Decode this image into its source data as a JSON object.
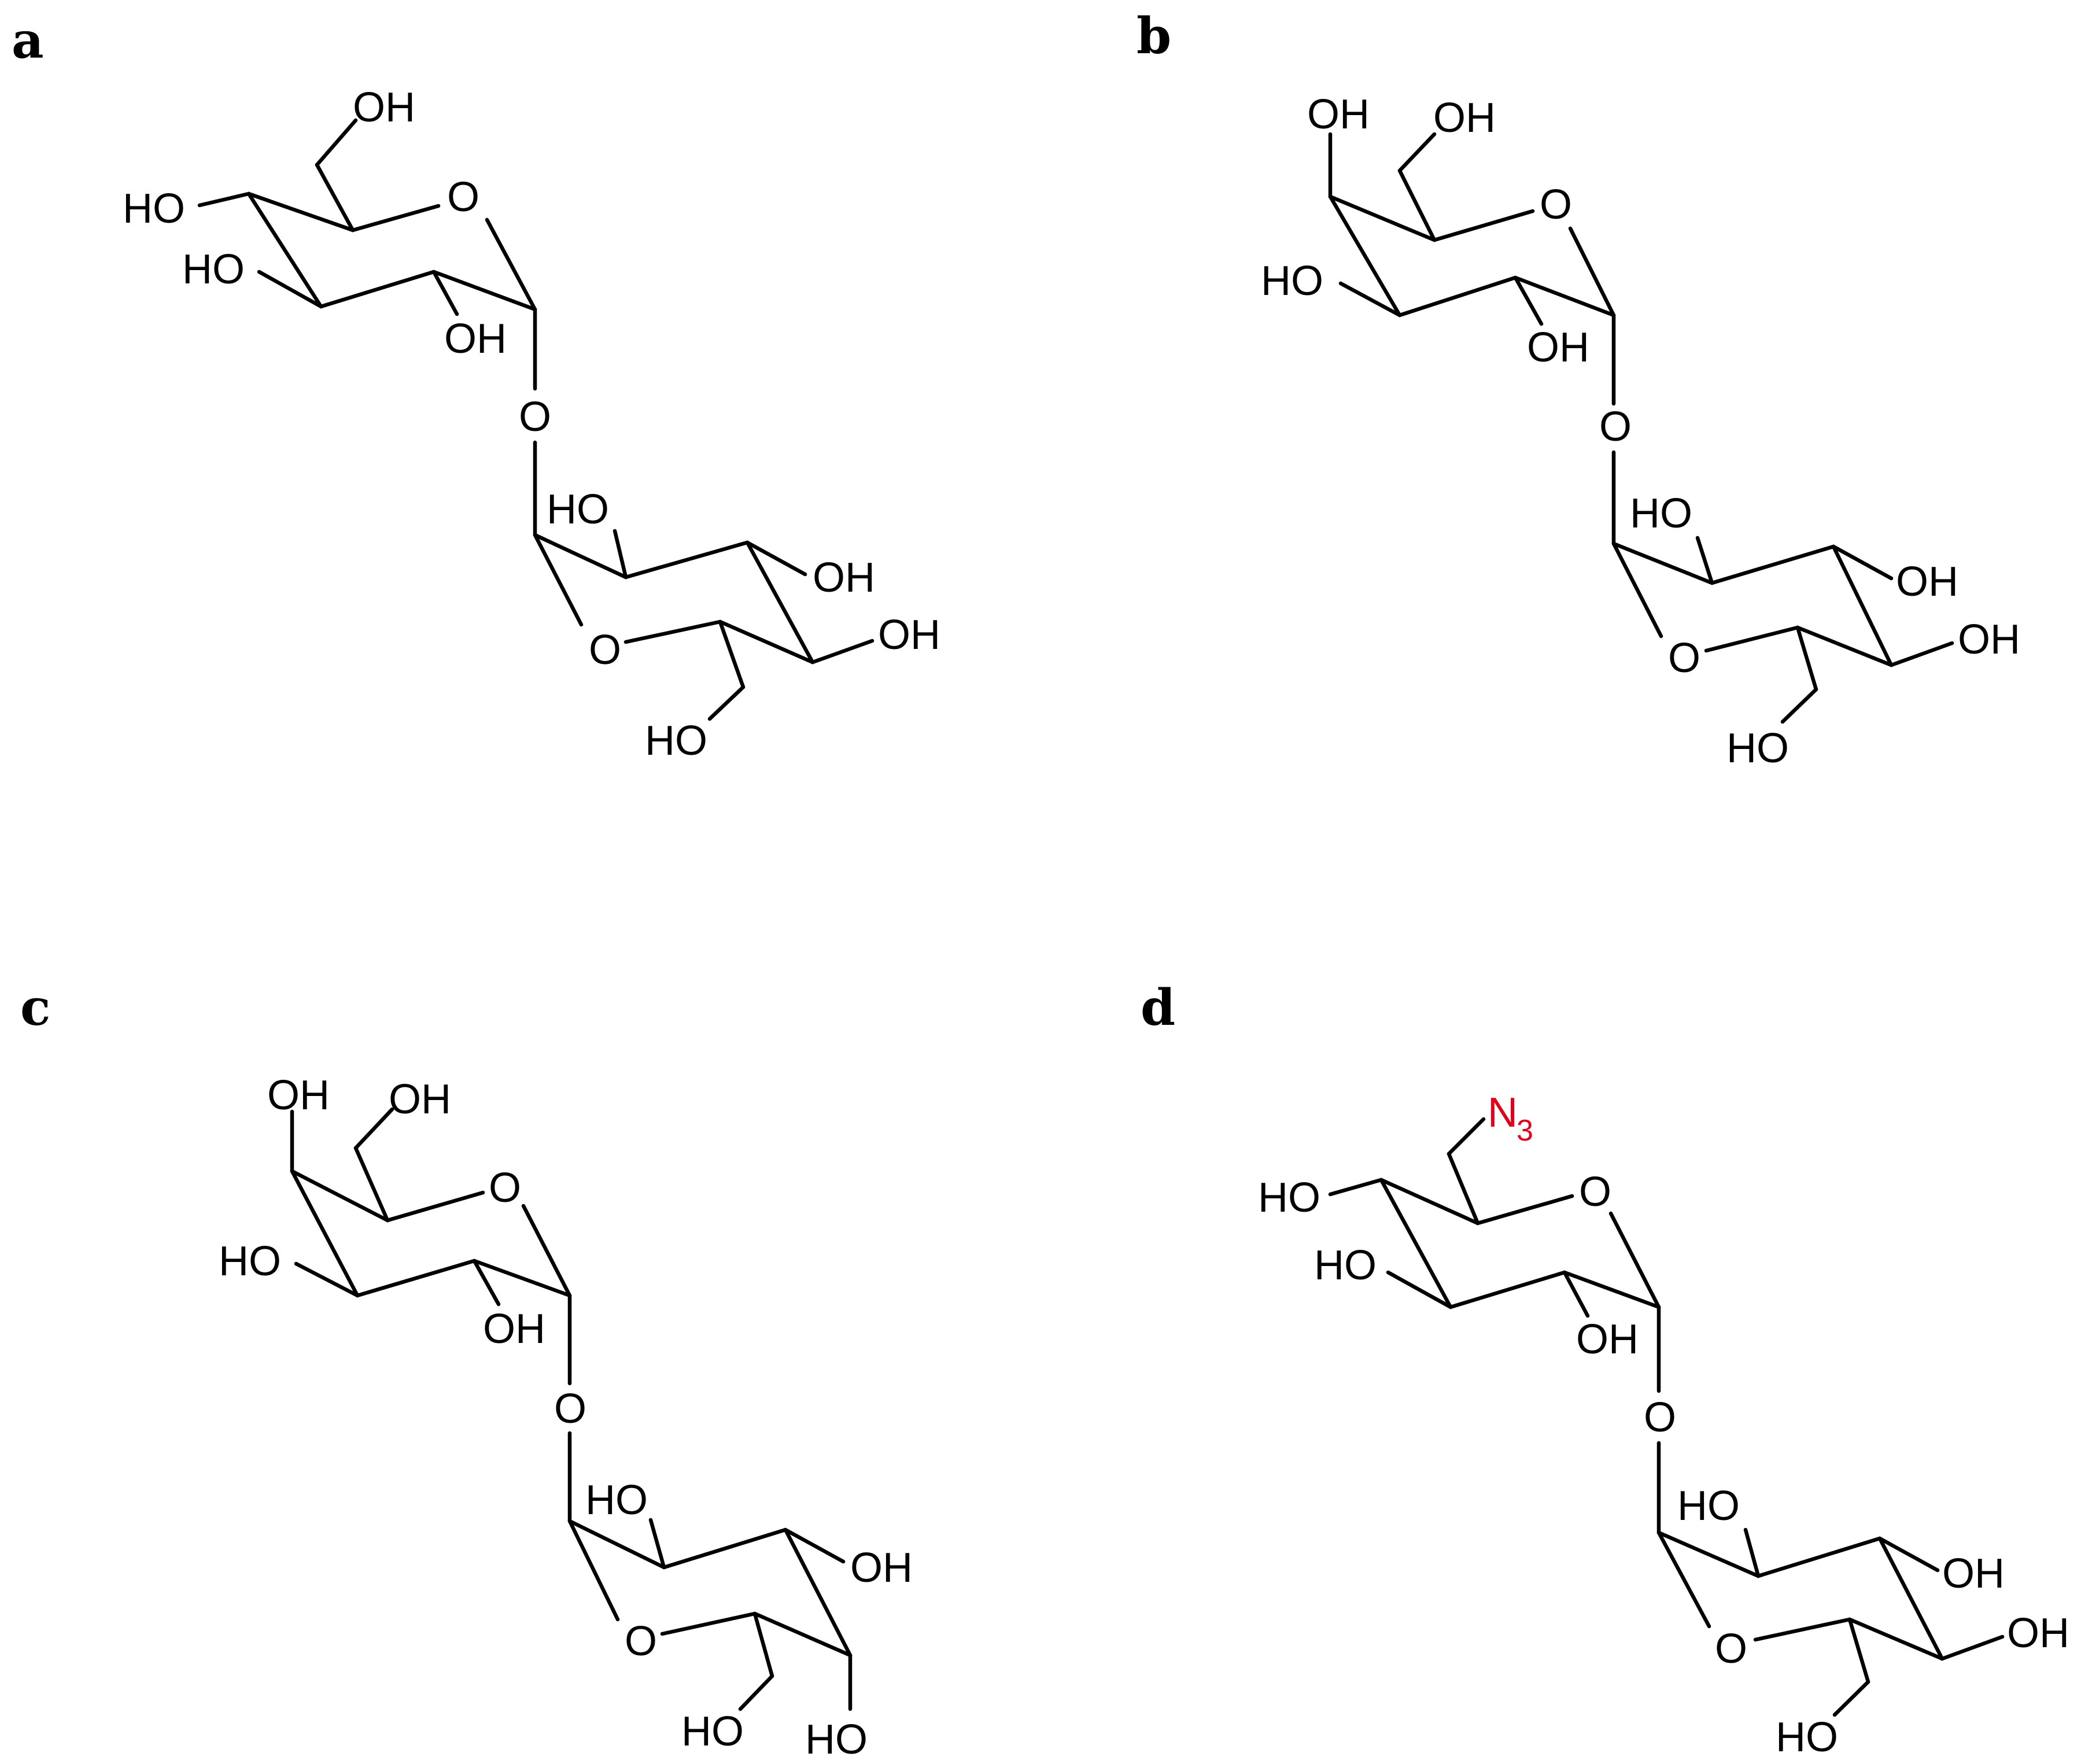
{
  "panels": [
    {
      "label": "a",
      "top_ring": {
        "upper_substituent": "OH",
        "c4": "HO",
        "c3": "HO",
        "c2": "OH",
        "ring_o": "O"
      },
      "bridge_o": "O",
      "bottom_ring": {
        "c2": "HO",
        "c3": "OH",
        "c4": "OH",
        "ring_o": "O",
        "c6": "HO"
      }
    },
    {
      "label": "b",
      "top_ring": {
        "c4": "OH",
        "c6": "OH",
        "c3": "HO",
        "c2": "OH",
        "ring_o": "O"
      },
      "bridge_o": "O",
      "bottom_ring": {
        "c2": "HO",
        "c3": "OH",
        "c4": "OH",
        "ring_o": "O",
        "c6": "HO"
      }
    },
    {
      "label": "c",
      "top_ring": {
        "c4": "OH",
        "c6": "OH",
        "c3": "HO",
        "c2": "OH",
        "ring_o": "O"
      },
      "bridge_o": "O",
      "bottom_ring": {
        "c2": "HO",
        "c3": "OH",
        "c4": "HO",
        "ring_o": "O",
        "c6": "HO"
      }
    },
    {
      "label": "d",
      "top_ring": {
        "azide_main": "N",
        "azide_sub": "3",
        "c4": "HO",
        "c3": "HO",
        "c2": "OH",
        "ring_o": "O"
      },
      "bridge_o": "O",
      "bottom_ring": {
        "c2": "HO",
        "c3": "OH",
        "c4": "OH",
        "ring_o": "O",
        "c6": "HO"
      }
    }
  ],
  "colors": {
    "bond": "#000000",
    "azide": "#e0001b"
  }
}
